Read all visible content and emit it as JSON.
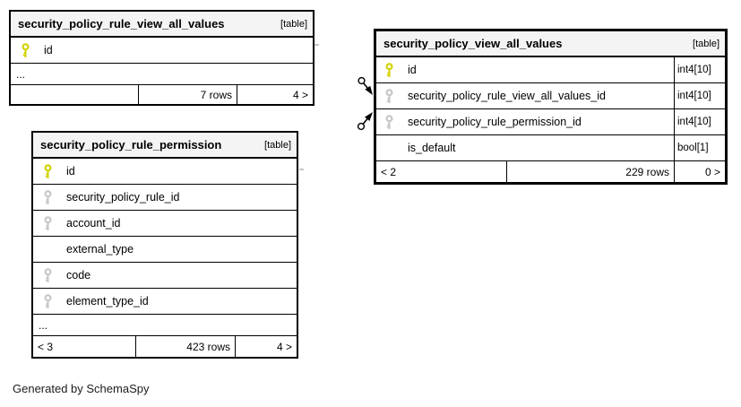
{
  "diagram": {
    "generated_note": "Generated by SchemaSpy",
    "colors": {
      "primary_key_icon": "#d2d200",
      "foreign_key_icon": "#c6c6c6",
      "header_bg": "#f4f4f4",
      "border": "#000000"
    },
    "tables": [
      {
        "title": "security_policy_rule_view_all_values",
        "badge": "[table]",
        "columns": [
          {
            "name": "id",
            "key": "primary"
          }
        ],
        "ellipsis": "...",
        "footer": {
          "paging_left": "",
          "row_count": "7 rows",
          "paging_right": "4 >"
        }
      },
      {
        "title": "security_policy_rule_permission",
        "badge": "[table]",
        "columns": [
          {
            "name": "id",
            "key": "primary"
          },
          {
            "name": "security_policy_rule_id",
            "key": "foreign"
          },
          {
            "name": "account_id",
            "key": "foreign"
          },
          {
            "name": "external_type",
            "key": "none"
          },
          {
            "name": "code",
            "key": "foreign"
          },
          {
            "name": "element_type_id",
            "key": "foreign"
          }
        ],
        "ellipsis": "...",
        "footer": {
          "paging_left": "< 3",
          "row_count": "423 rows",
          "paging_right": "4 >"
        }
      },
      {
        "title": "security_policy_view_all_values",
        "badge": "[table]",
        "columns": [
          {
            "name": "id",
            "key": "primary",
            "type": "int4[10]"
          },
          {
            "name": "security_policy_rule_view_all_values_id",
            "key": "foreign",
            "type": "int4[10]"
          },
          {
            "name": "security_policy_rule_permission_id",
            "key": "foreign",
            "type": "int4[10]"
          },
          {
            "name": "is_default",
            "key": "none",
            "type": "bool[1]"
          }
        ],
        "footer": {
          "paging_left": "< 2",
          "row_count": "229 rows",
          "paging_right": "0 >"
        }
      }
    ],
    "connectors": [
      {
        "target_column": "security_policy_rule_view_all_values_id"
      },
      {
        "target_column": "security_policy_rule_permission_id"
      }
    ]
  }
}
